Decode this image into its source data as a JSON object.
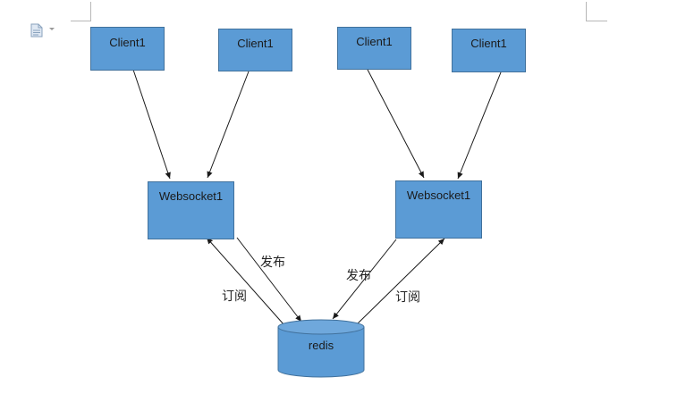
{
  "nodes": {
    "clients": [
      "Client1",
      "Client1",
      "Client1",
      "Client1"
    ],
    "websockets": [
      "Websocket1",
      "Websocket1"
    ],
    "redis": "redis"
  },
  "edge_labels": {
    "left_publish": "发布",
    "left_subscribe": "订阅",
    "right_publish": "发布",
    "right_subscribe": "订阅"
  },
  "icons": [
    "document-icon",
    "dropdown-caret-icon"
  ],
  "colors": {
    "node_fill": "#5b9bd5",
    "node_border": "#41719c",
    "line": "#1a1a1a"
  }
}
